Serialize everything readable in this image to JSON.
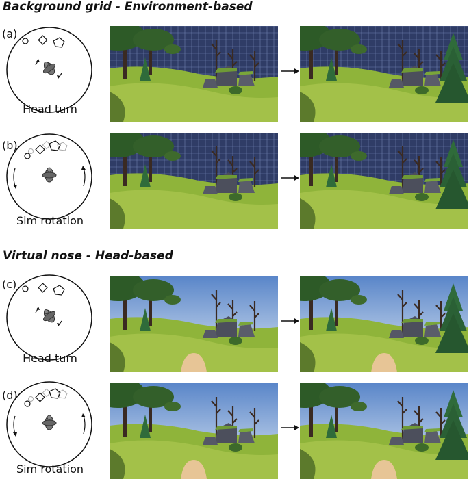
{
  "sections": [
    {
      "heading": "Background grid - Environment-based"
    },
    {
      "heading": "Virtual nose - Head-based"
    }
  ],
  "panels": [
    {
      "label": "(a)",
      "caption": "Head turn",
      "mode": "head-turn",
      "background": "grid",
      "nose": false
    },
    {
      "label": "(b)",
      "caption": "Sim rotation",
      "mode": "sim-rotation",
      "background": "grid",
      "nose": false
    },
    {
      "label": "(c)",
      "caption": "Head turn",
      "mode": "head-turn",
      "background": "sky",
      "nose": true
    },
    {
      "label": "(d)",
      "caption": "Sim rotation",
      "mode": "sim-rotation",
      "background": "sky",
      "nose": true
    }
  ],
  "colors": {
    "grid_bg": "#2f3c66",
    "grid_line": "#7f8fbf",
    "sky_top": "#5a86c9",
    "sky_bottom": "#dfe9f4",
    "ground": "#8fb43a",
    "ground_light": "#b5cc56",
    "tree_foliage": "#2d5a27",
    "pine": "#2f6b3a",
    "rock": "#4c4f5c",
    "trunk": "#3a2a22",
    "nose": "#e7c596"
  }
}
